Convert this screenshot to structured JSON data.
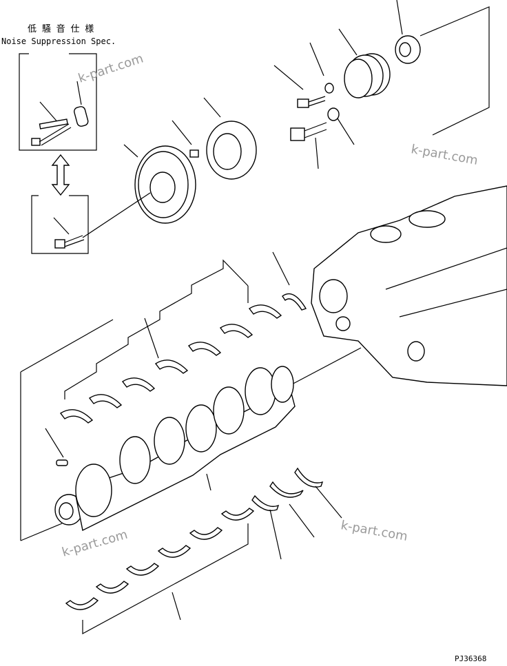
{
  "note_jp": "低 騒 音 仕 様",
  "note_en": "Noise Suppression Spec.",
  "drawing_code": "PJ36368",
  "watermarks": [
    "k-part.com",
    "k-part.com",
    "k-part.com",
    "k-part.com"
  ]
}
